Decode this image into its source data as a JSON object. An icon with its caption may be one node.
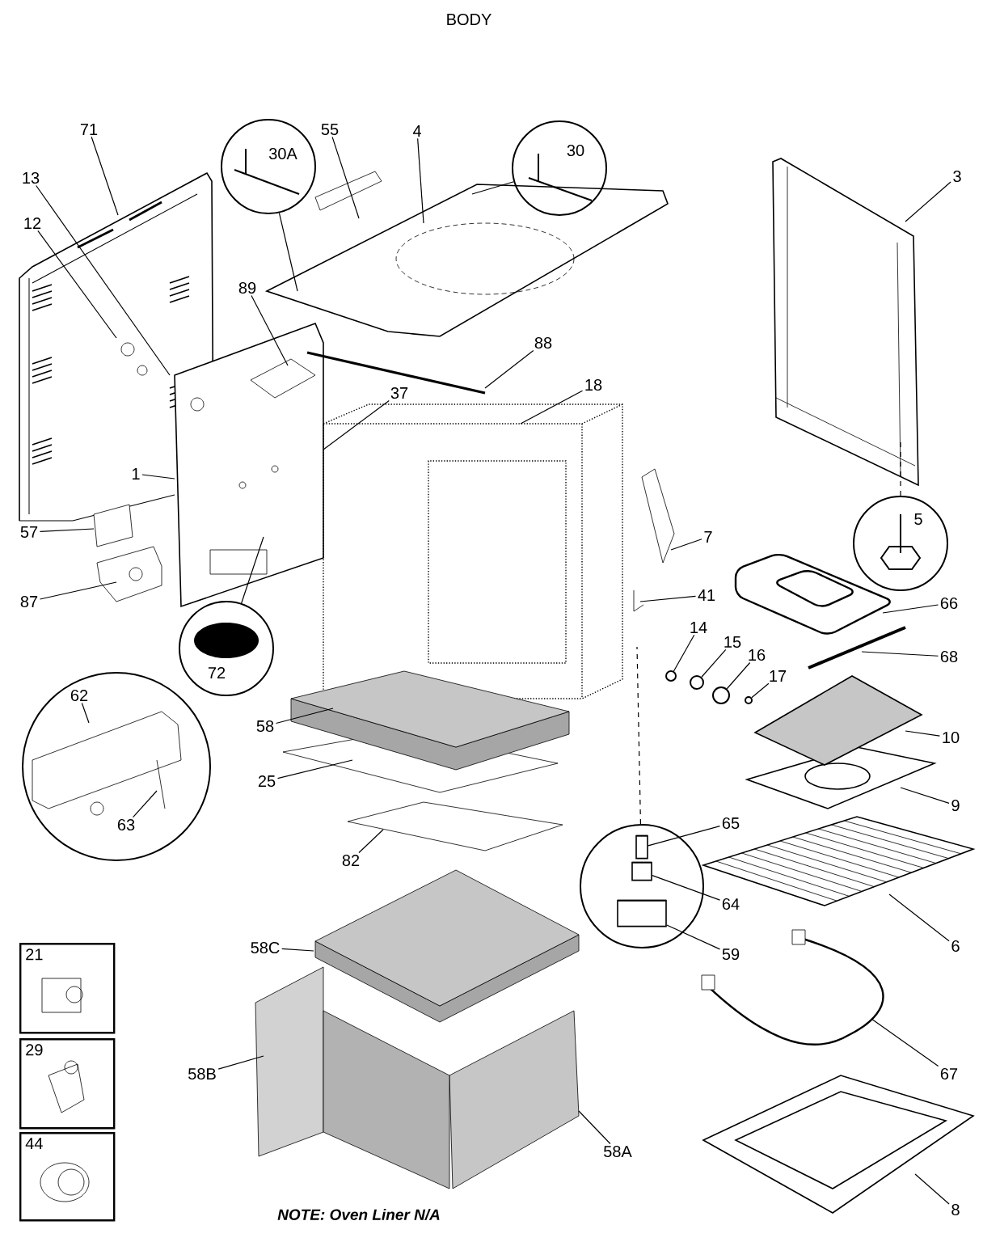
{
  "diagram": {
    "title": "BODY",
    "nodes": [
      {
        "text": [],
        "shape": "circle"
      },
      {
        "text": [
          "30A"
        ],
        "in": 0
      },
      {
        "text": [
          "71"
        ]
      },
      {
        "text": [
          "55"
        ]
      },
      {
        "text": [
          "4"
        ]
      },
      {
        "text": [],
        "shape": "circle"
      },
      {
        "text": [
          "30"
        ],
        "in": 5
      },
      {
        "text": [
          "3"
        ]
      },
      {
        "text": [
          "13"
        ]
      },
      {
        "text": [
          "12"
        ]
      },
      {
        "text": [
          "89"
        ]
      },
      {
        "text": [
          "88"
        ]
      },
      {
        "text": [
          "18"
        ]
      },
      {
        "text": [
          "37"
        ]
      },
      {
        "text": [
          "1"
        ]
      },
      {
        "text": [
          "57"
        ]
      },
      {
        "text": [],
        "shape": "circle"
      },
      {
        "text": [
          "5"
        ],
        "in": 16
      },
      {
        "text": [
          "7"
        ]
      },
      {
        "text": [
          "87"
        ]
      },
      {
        "text": [
          "41"
        ]
      },
      {
        "text": [
          "66"
        ]
      },
      {
        "text": [],
        "shape": "circle"
      },
      {
        "text": [
          "72"
        ],
        "in": 22
      },
      {
        "text": [
          "14"
        ]
      },
      {
        "text": [
          "15"
        ]
      },
      {
        "text": [
          "16"
        ]
      },
      {
        "text": [
          "17"
        ]
      },
      {
        "text": [
          "68"
        ]
      },
      {
        "text": [
          "58"
        ]
      },
      {
        "text": [],
        "shape": "circle"
      },
      {
        "text": [
          "62"
        ],
        "in": 30
      },
      {
        "text": [
          "10"
        ]
      },
      {
        "text": [
          "25"
        ]
      },
      {
        "text": [
          "9"
        ]
      },
      {
        "text": [
          "63"
        ],
        "in": 30
      },
      {
        "text": [
          "65"
        ]
      },
      {
        "text": [
          "82"
        ]
      },
      {
        "text": [],
        "shape": "circle"
      },
      {
        "text": [
          "64"
        ]
      },
      {
        "text": [
          "6"
        ]
      },
      {
        "text": [
          "59"
        ]
      },
      {
        "text": [
          "21"
        ]
      },
      {
        "text": [
          "58C"
        ]
      },
      {
        "text": [
          "29"
        ]
      },
      {
        "text": [
          "58B"
        ]
      },
      {
        "text": [
          "67"
        ]
      },
      {
        "text": [
          "44"
        ]
      },
      {
        "text": [
          "58A"
        ]
      },
      {
        "text": [
          "8"
        ]
      },
      {
        "text": [],
        "shape": "cylinder",
        "in": 38
      },
      {
        "text": [],
        "shape": "cylinder",
        "in": 38
      },
      {
        "text": [],
        "shape": "cylinder",
        "in": 38
      },
      {
        "text": [],
        "shape": "circle"
      },
      {
        "text": [],
        "shape": "circle"
      },
      {
        "text": [],
        "shape": "circle"
      },
      {
        "text": [],
        "shape": "circle"
      }
    ],
    "edges": [
      {
        "from": 0,
        "to": null,
        "arrow": "none"
      },
      {
        "from": 2,
        "to": null,
        "arrow": "none"
      },
      {
        "from": 3,
        "to": null,
        "arrow": "none"
      },
      {
        "from": 4,
        "to": null,
        "arrow": "none"
      },
      {
        "from": 5,
        "to": null,
        "arrow": "none"
      },
      {
        "from": 7,
        "to": null,
        "arrow": "none"
      },
      {
        "from": 8,
        "to": null,
        "arrow": "none"
      },
      {
        "from": 9,
        "to": null,
        "arrow": "none"
      },
      {
        "from": 10,
        "to": null,
        "arrow": "none"
      },
      {
        "from": 11,
        "to": null,
        "arrow": "none"
      },
      {
        "from": 12,
        "to": null,
        "arrow": "none"
      },
      {
        "from": 13,
        "to": null,
        "arrow": "none"
      },
      {
        "from": 14,
        "to": null,
        "arrow": "none"
      },
      {
        "from": 15,
        "to": null,
        "arrow": "none"
      },
      {
        "from": 16,
        "to": null,
        "arrow": "none",
        "style": "dashed"
      },
      {
        "from": 18,
        "to": null,
        "arrow": "none"
      },
      {
        "from": 19,
        "to": null,
        "arrow": "none"
      },
      {
        "from": 20,
        "to": null,
        "arrow": "none"
      },
      {
        "from": 21,
        "to": null,
        "arrow": "none"
      },
      {
        "from": 22,
        "to": null,
        "arrow": "none"
      },
      {
        "from": 24,
        "to": 53,
        "arrow": "none"
      },
      {
        "from": 25,
        "to": 54,
        "arrow": "none"
      },
      {
        "from": 26,
        "to": 55,
        "arrow": "none"
      },
      {
        "from": 27,
        "to": 56,
        "arrow": "none"
      },
      {
        "from": 28,
        "to": null,
        "arrow": "none"
      },
      {
        "from": 29,
        "to": null,
        "arrow": "none"
      },
      {
        "from": 31,
        "to": null,
        "arrow": "none"
      },
      {
        "from": 32,
        "to": null,
        "arrow": "none"
      },
      {
        "from": 33,
        "to": null,
        "arrow": "none"
      },
      {
        "from": 34,
        "to": null,
        "arrow": "none"
      },
      {
        "from": 35,
        "to": null,
        "arrow": "none"
      },
      {
        "from": 36,
        "to": 50,
        "arrow": "none"
      },
      {
        "from": 37,
        "to": null,
        "arrow": "none"
      },
      {
        "from": 38,
        "to": null,
        "arrow": "none",
        "style": "dashed"
      },
      {
        "from": 39,
        "to": 51,
        "arrow": "none"
      },
      {
        "from": 40,
        "to": null,
        "arrow": "none"
      },
      {
        "from": 41,
        "to": 52,
        "arrow": "none"
      },
      {
        "from": 43,
        "to": null,
        "arrow": "none"
      },
      {
        "from": 45,
        "to": null,
        "arrow": "none"
      },
      {
        "from": 46,
        "to": null,
        "arrow": "none"
      },
      {
        "from": 48,
        "to": null,
        "arrow": "none"
      },
      {
        "from": 49,
        "to": null,
        "arrow": "none"
      }
    ],
    "labels": [
      "NOTE: Oven Liner N/A"
    ]
  }
}
